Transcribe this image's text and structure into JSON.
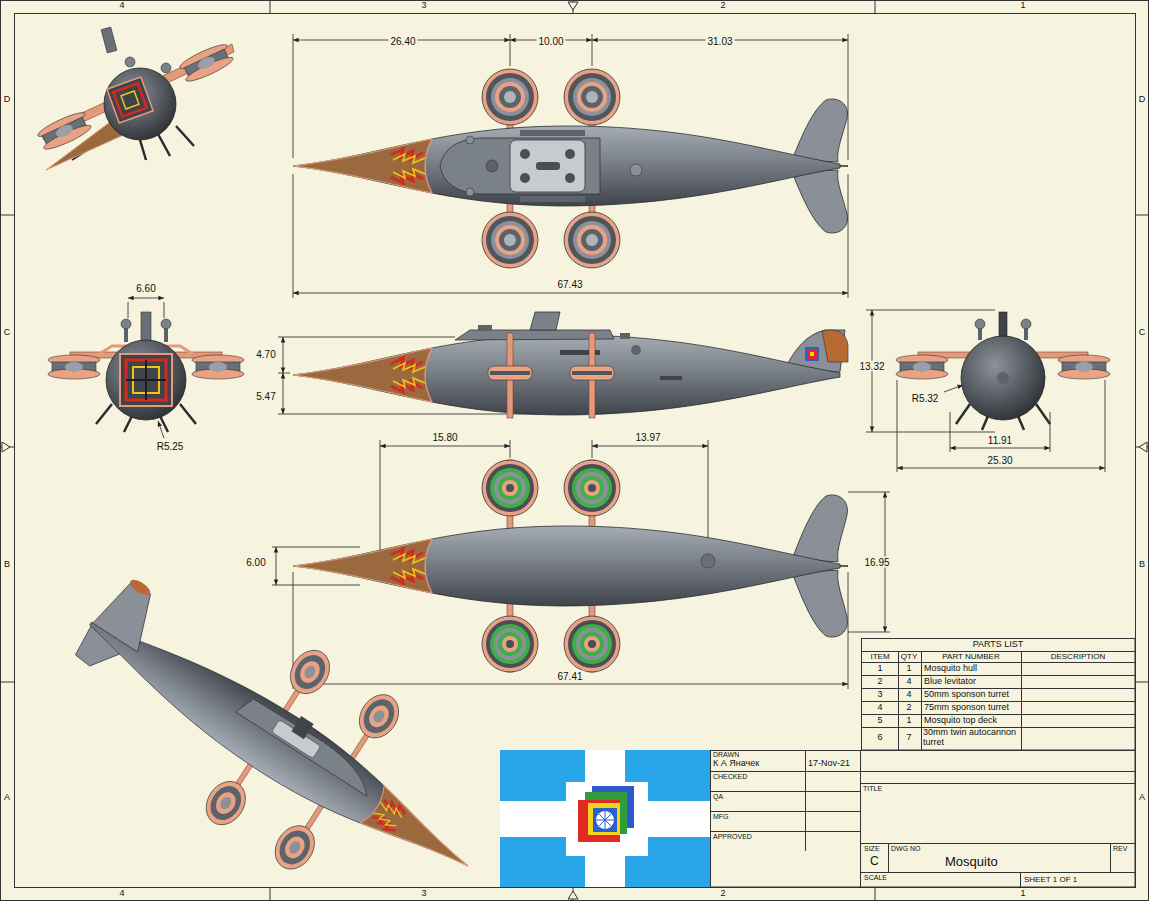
{
  "diagram": {
    "labels": [
      "4",
      "3",
      "2",
      "1",
      "D",
      "C",
      "B",
      "A",
      "D",
      "C",
      "B",
      "A",
      "4",
      "3",
      "2",
      "1",
      "26.40",
      "10.00",
      "31.03",
      "67.43",
      "6.60",
      "4.70",
      "5.47",
      "R5.25",
      "13.32",
      "R5.32",
      "11.91",
      "25.30",
      "15.80",
      "13.97",
      "6.00",
      "16.95",
      "67.41",
      "PARTS LIST",
      "ITEM",
      "QTY",
      "PART NUMBER",
      "DESCRIPTION",
      "1",
      "1",
      "Mosquito hull",
      "2",
      "4",
      "Blue levitator",
      "3",
      "4",
      "50mm sponson turret",
      "4",
      "2",
      "75mm sponson turret",
      "5",
      "1",
      "Mosquito top deck",
      "6",
      "7",
      "30mm twin autocannon turret",
      "DRAWN",
      "К А Яначек",
      "17-Nov-21",
      "CHECKED",
      "QA",
      "MFG",
      "APPROVED",
      "TITLE",
      "SIZE",
      "C",
      "DWG NO",
      "Mosquito",
      "REV",
      "SCALE",
      "SHEET 1 OF 1"
    ]
  }
}
